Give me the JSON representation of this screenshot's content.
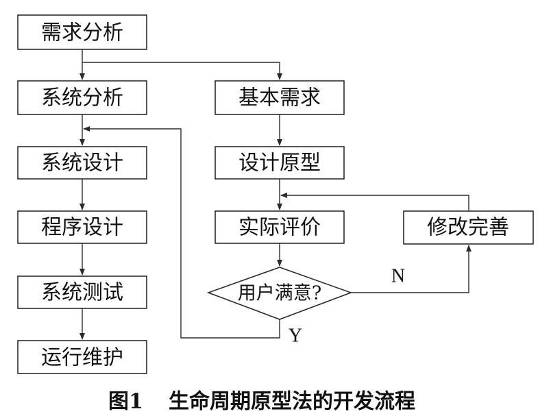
{
  "diagram": {
    "nodes": {
      "requirements_analysis": "需求分析",
      "system_analysis": "系统分析",
      "system_design": "系统设计",
      "program_design": "程序设计",
      "system_testing": "系统测试",
      "operation_maintenance": "运行维护",
      "basic_requirements": "基本需求",
      "design_prototype": "设计原型",
      "actual_evaluation": "实际评价",
      "user_satisfied": "用户满意?",
      "modify_improve": "修改完善"
    },
    "edge_labels": {
      "no": "N",
      "yes": "Y"
    },
    "caption": {
      "figure_number": "图1",
      "title": "生命周期原型法的开发流程"
    }
  }
}
